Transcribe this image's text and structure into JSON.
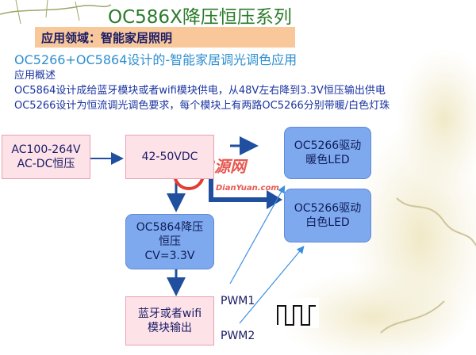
{
  "title": "OC586X降压恒压系列",
  "section_label": "应用领域：智能家居照明",
  "subtitle": "OC5266+OC5864设计的-智能家居调光调色应用",
  "overview_heading": "应用概述",
  "overview_line1": "OC5864设计成给蓝牙模块或者wifi模块供电，从48V左右降到3.3V恒压输出供电",
  "overview_line2": "OC5266设计为恒流调光调色要求，每个模块上有两路OC5266分别带暖/白色灯珠",
  "blocks": {
    "acdc": {
      "line1": "AC100-264V",
      "line2": "AC-DC恒压"
    },
    "vdc": {
      "line1": "42-50VDC"
    },
    "warm": {
      "line1": "OC5266驱动",
      "line2": "暖色LED"
    },
    "white": {
      "line1": "OC5266驱动",
      "line2": "白色LED"
    },
    "buck": {
      "line1": "OC5864降压",
      "line2": "恒压",
      "line3": "CV=3.3V"
    },
    "module": {
      "line1": "蓝牙或者wifi",
      "line2": "模块输出"
    }
  },
  "pwm1": "PWM1",
  "pwm2": "PWM2",
  "watermark": {
    "text": "电源网",
    "sub": "DianYuan.com"
  },
  "colors": {
    "title": "#2a7a2a",
    "orange": "#f8c89a",
    "subtitle": "#2e8fd0",
    "body_text": "#1a33a0",
    "pink_fill": "#fde3e8",
    "blue_fill": "#7fa9ee",
    "arrow": "#1f4f9e"
  }
}
